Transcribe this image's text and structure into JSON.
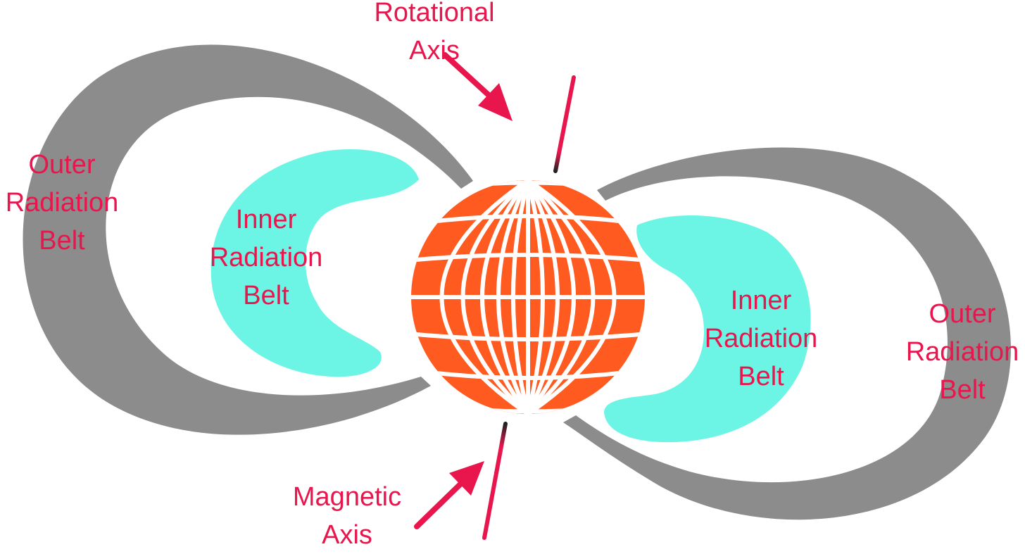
{
  "colors": {
    "label": "#e8164d",
    "outer_belt": "#8c8c8c",
    "inner_belt": "#6cf5e5",
    "earth": "#ff5a1f",
    "grid": "#ffffff",
    "axis": "#e8164d"
  },
  "labels": {
    "rotational_axis": [
      "Rotational",
      "Axis"
    ],
    "magnetic_axis": [
      "Magnetic",
      "Axis"
    ],
    "outer_belt_left": [
      "Outer",
      "Radiation",
      "Belt"
    ],
    "outer_belt_right": [
      "Outer",
      "Radiation",
      "Belt"
    ],
    "inner_belt_left": [
      "Inner",
      "Radiation",
      "Belt"
    ],
    "inner_belt_right": [
      "Inner",
      "Radiation",
      "Belt"
    ]
  }
}
